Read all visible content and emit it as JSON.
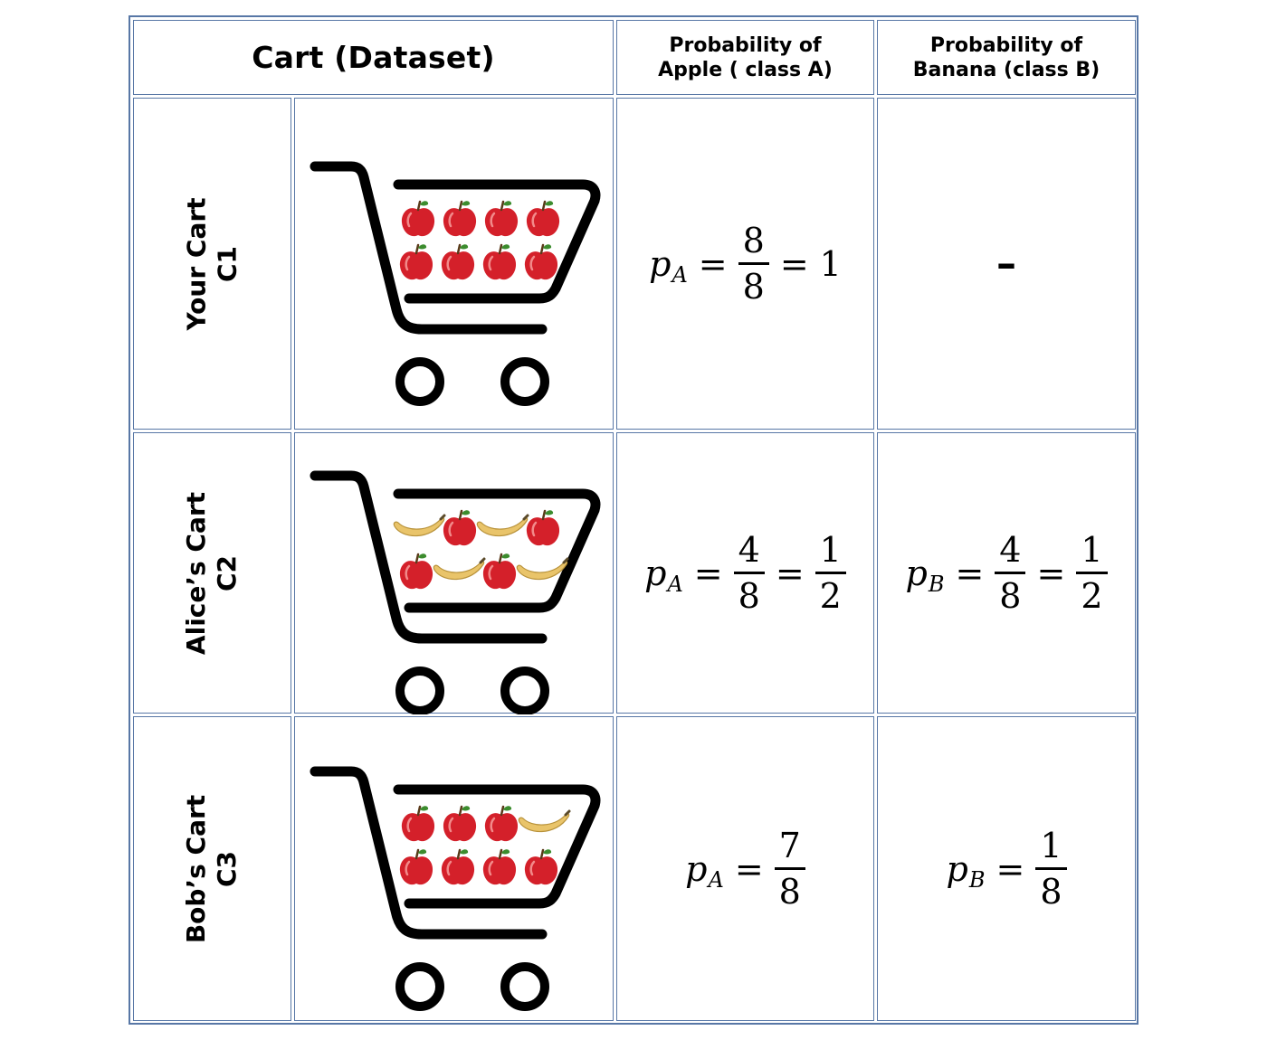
{
  "header": {
    "dataset": "Cart (Dataset)",
    "prob_a_line1": "Probability of",
    "prob_a_line2": "Apple ( class A)",
    "prob_b_line1": "Probability of",
    "prob_b_line2": "Banana (class B)"
  },
  "rows": [
    {
      "name_line1": "Your Cart",
      "name_line2": "C1",
      "cart_contents": [
        "apple",
        "apple",
        "apple",
        "apple",
        "apple",
        "apple",
        "apple",
        "apple"
      ],
      "pa": {
        "var": "p",
        "sub": "A",
        "num1": "8",
        "den1": "8",
        "result": "1"
      },
      "pb": {
        "placeholder": "–"
      }
    },
    {
      "name_line1": "Alice’s Cart",
      "name_line2": "C2",
      "cart_contents": [
        "banana",
        "apple",
        "banana",
        "apple",
        "apple",
        "banana",
        "apple",
        "banana"
      ],
      "pa": {
        "var": "p",
        "sub": "A",
        "num1": "4",
        "den1": "8",
        "num2": "1",
        "den2": "2"
      },
      "pb": {
        "var": "p",
        "sub": "B",
        "num1": "4",
        "den1": "8",
        "num2": "1",
        "den2": "2"
      }
    },
    {
      "name_line1": "Bob’s Cart",
      "name_line2": "C3",
      "cart_contents": [
        "apple",
        "apple",
        "apple",
        "banana",
        "apple",
        "apple",
        "apple",
        "apple"
      ],
      "pa": {
        "var": "p",
        "sub": "A",
        "num1": "7",
        "den1": "8"
      },
      "pb": {
        "var": "p",
        "sub": "B",
        "num1": "1",
        "den1": "8"
      }
    }
  ],
  "colors": {
    "border": "#5877a6",
    "apple": "#d4202a",
    "banana": "#e9c46a",
    "cart": "#000000"
  }
}
